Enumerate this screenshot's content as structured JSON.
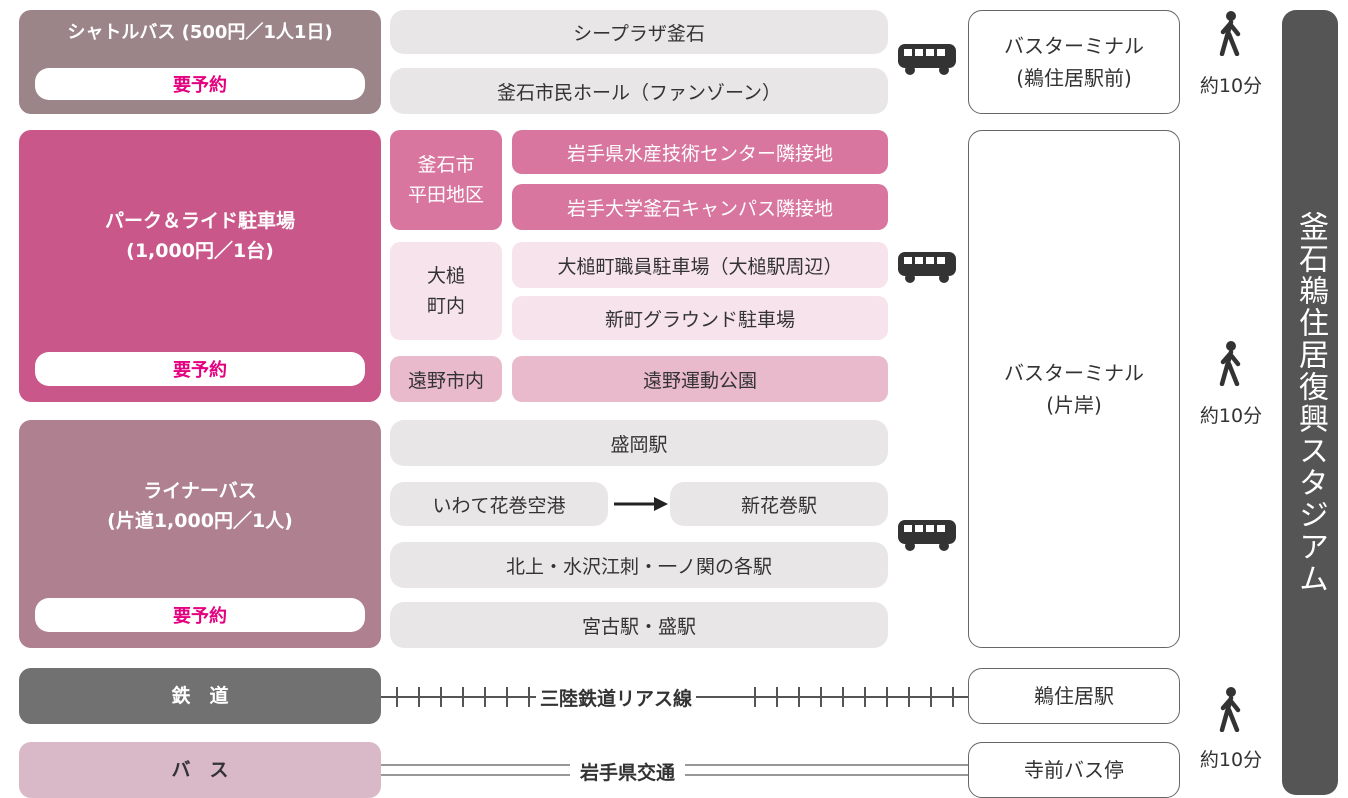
{
  "shuttle": {
    "title": "シャトルバス (500円／1人1日)",
    "reserve": "要予約",
    "destinations": [
      "シープラザ釜石",
      "釜石市民ホール（ファンゾーン）"
    ],
    "terminal_line1": "バスターミナル",
    "terminal_line2": "(鵜住居駅前)",
    "walk": "約10分"
  },
  "park_ride": {
    "title_line1": "パーク＆ライド駐車場",
    "title_line2": "(1,000円／1台)",
    "reserve": "要予約",
    "area1": {
      "label_line1": "釜石市",
      "label_line2": "平田地区",
      "spots": [
        "岩手県水産技術センター隣接地",
        "岩手大学釜石キャンパス隣接地"
      ]
    },
    "area2": {
      "label_line1": "大槌",
      "label_line2": "町内",
      "spots": [
        "大槌町職員駐車場（大槌駅周辺）",
        "新町グラウンド駐車場"
      ]
    },
    "area3": {
      "label": "遠野市内",
      "spots": [
        "遠野運動公園"
      ]
    }
  },
  "liner": {
    "title_line1": "ライナーバス",
    "title_line2": "(片道1,000円／1人)",
    "reserve": "要予約",
    "dest1": "盛岡駅",
    "dest2_from": "いわて花巻空港",
    "dest2_to": "新花巻駅",
    "dest3": "北上・水沢江刺・一ノ関の各駅",
    "dest4": "宮古駅・盛駅"
  },
  "terminal2": {
    "line1": "バスターミナル",
    "line2": "(片岸)",
    "walk": "約10分"
  },
  "railway": {
    "title": "鉄　道",
    "line_name": "三陸鉄道リアス線",
    "station": "鵜住居駅"
  },
  "bus": {
    "title": "バ　ス",
    "line_name": "岩手県交通",
    "stop": "寺前バス停",
    "walk": "約10分"
  },
  "stadium": {
    "name": "釜石鵜住居復興スタジアム"
  },
  "colors": {
    "shuttle": "#9b8589",
    "park_ride": "#c9578a",
    "liner": "#ae8090",
    "railway": "#727171",
    "bus": "#d9b9c8",
    "accent": "#e4007f"
  }
}
